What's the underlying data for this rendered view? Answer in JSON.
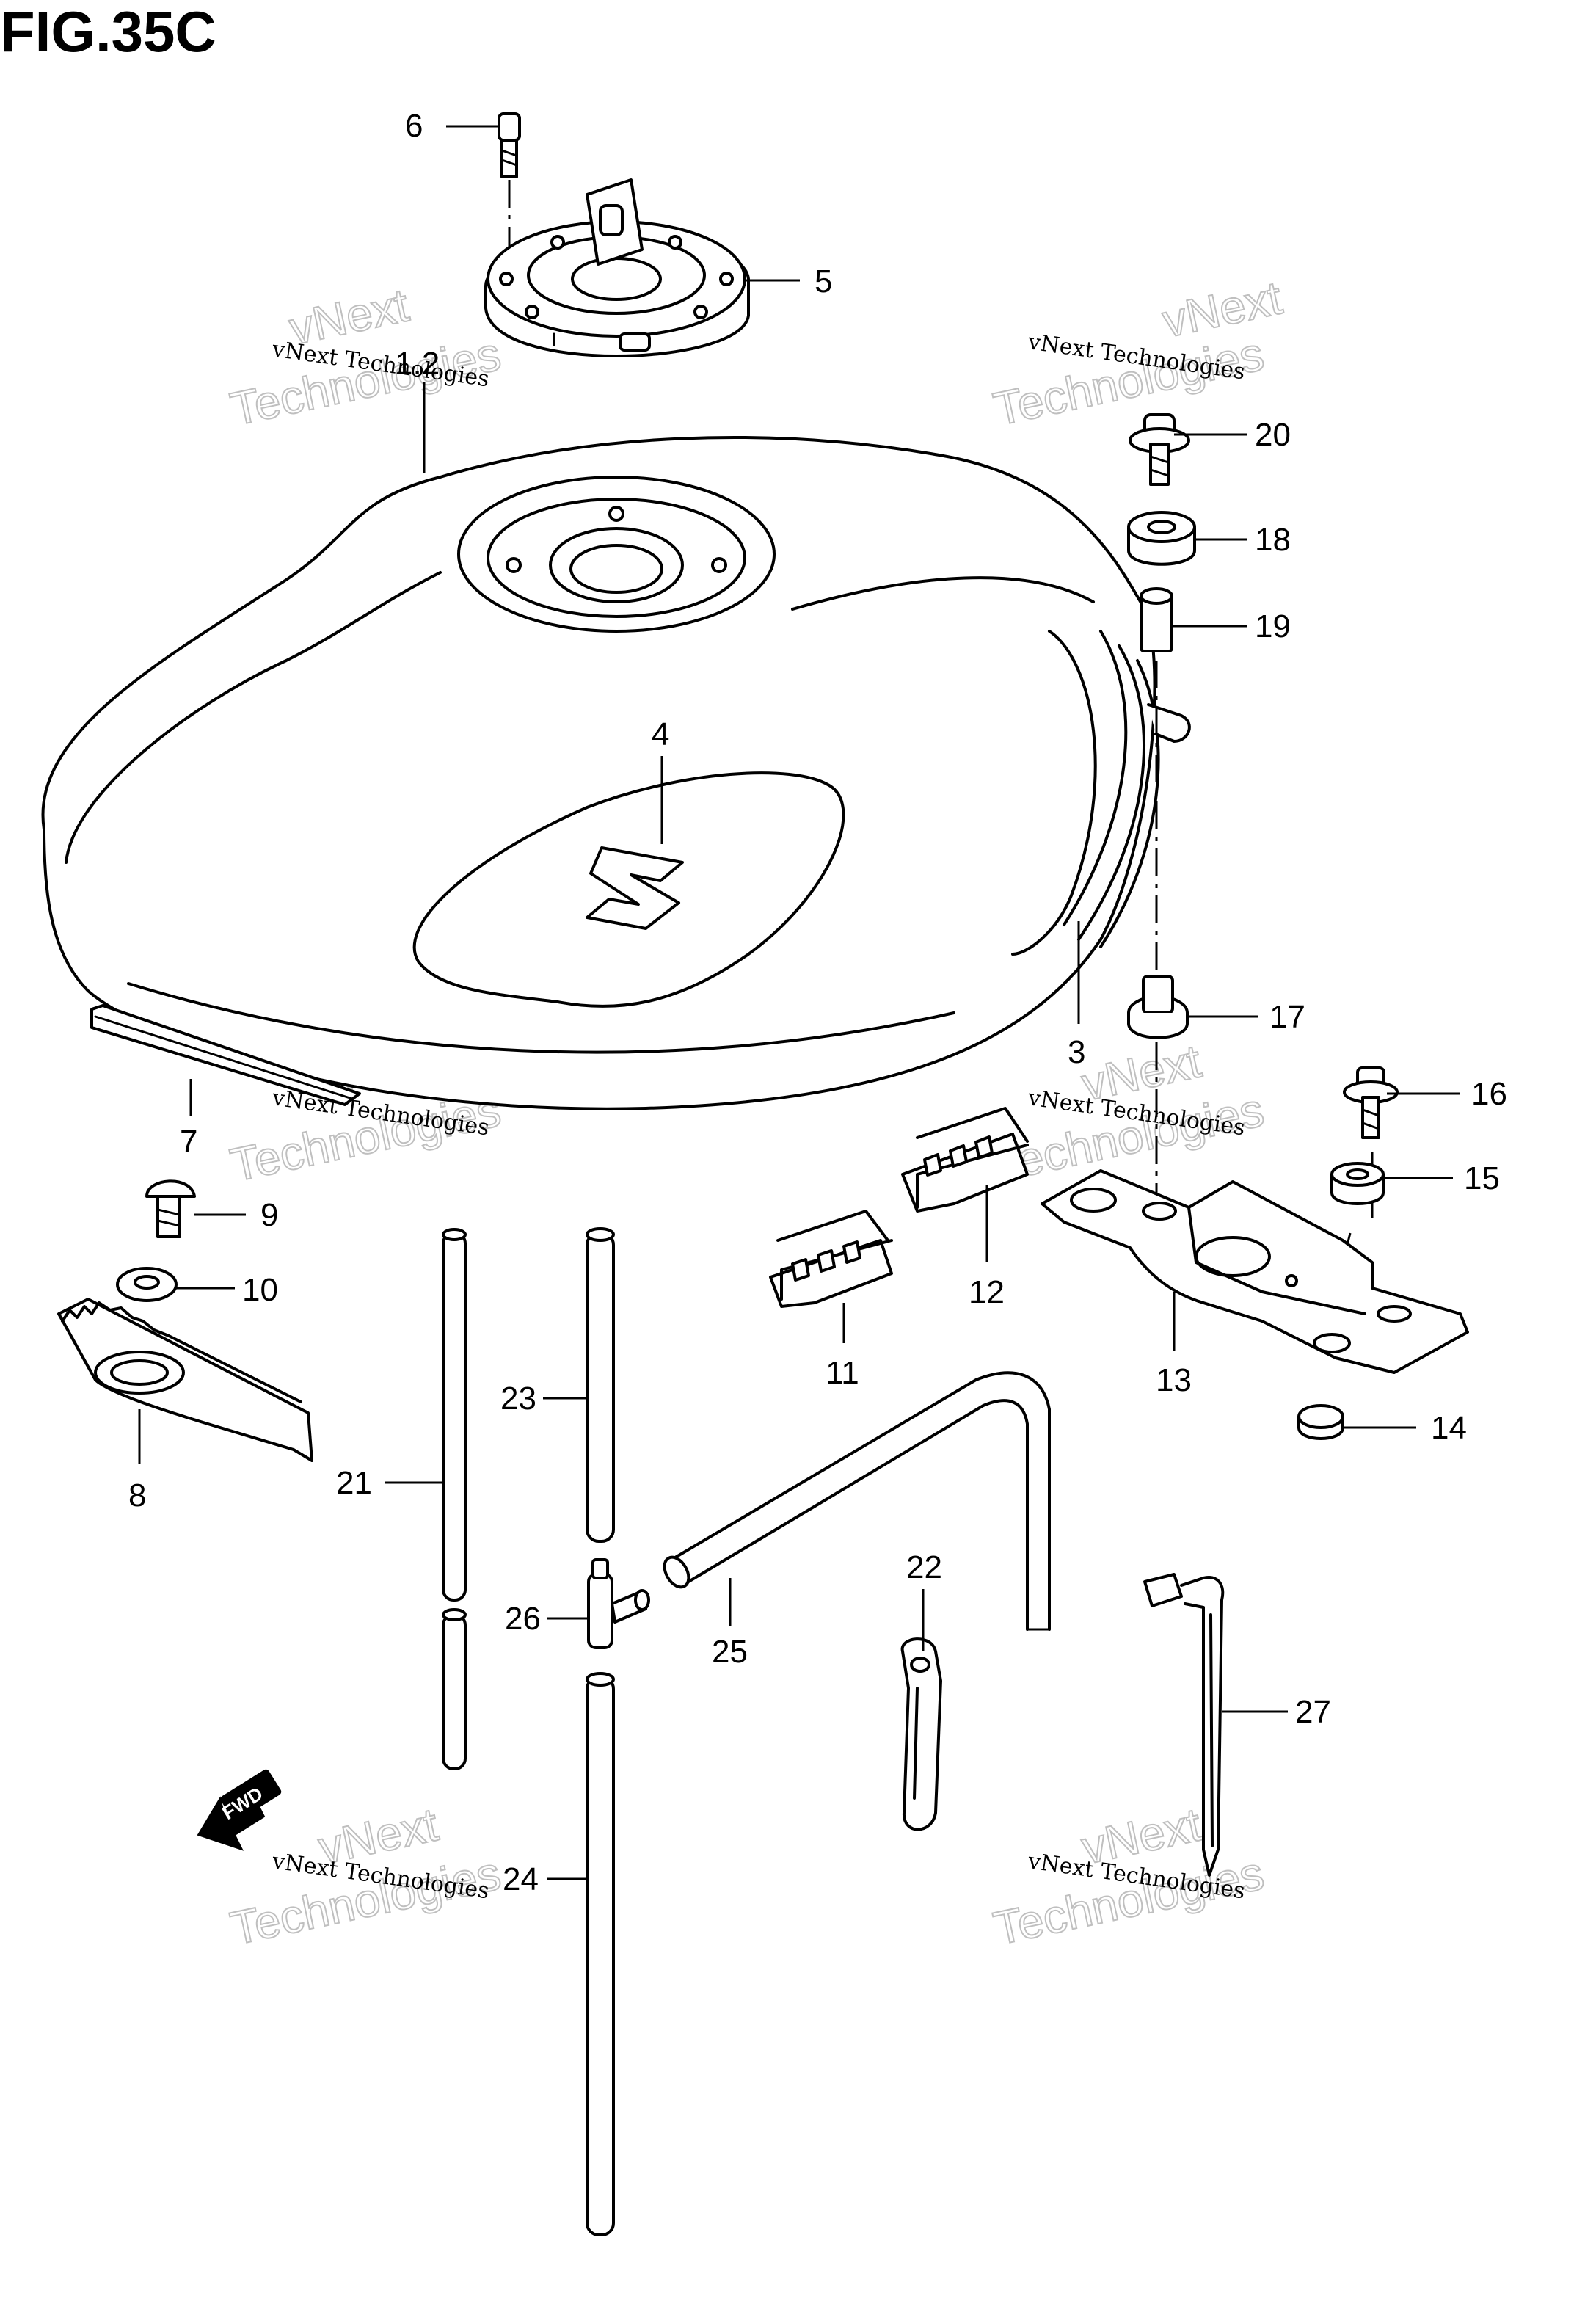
{
  "figure": {
    "title": "FIG.35C",
    "fwd_label": "FWD"
  },
  "watermark": {
    "line1": "vNext Technologies",
    "line2_a": "vNext",
    "line2_b": "Technologies"
  },
  "callouts": [
    {
      "id": "1-2",
      "label": "1.2"
    },
    {
      "id": "3",
      "label": "3"
    },
    {
      "id": "4",
      "label": "4"
    },
    {
      "id": "5",
      "label": "5"
    },
    {
      "id": "6",
      "label": "6"
    },
    {
      "id": "7",
      "label": "7"
    },
    {
      "id": "8",
      "label": "8"
    },
    {
      "id": "9",
      "label": "9"
    },
    {
      "id": "10",
      "label": "10"
    },
    {
      "id": "11",
      "label": "11"
    },
    {
      "id": "12",
      "label": "12"
    },
    {
      "id": "13",
      "label": "13"
    },
    {
      "id": "14",
      "label": "14"
    },
    {
      "id": "15",
      "label": "15"
    },
    {
      "id": "16",
      "label": "16"
    },
    {
      "id": "17",
      "label": "17"
    },
    {
      "id": "18",
      "label": "18"
    },
    {
      "id": "19",
      "label": "19"
    },
    {
      "id": "20",
      "label": "20"
    },
    {
      "id": "21",
      "label": "21"
    },
    {
      "id": "22",
      "label": "22"
    },
    {
      "id": "23",
      "label": "23"
    },
    {
      "id": "24",
      "label": "24"
    },
    {
      "id": "25",
      "label": "25"
    },
    {
      "id": "26",
      "label": "26"
    },
    {
      "id": "27",
      "label": "27"
    }
  ]
}
